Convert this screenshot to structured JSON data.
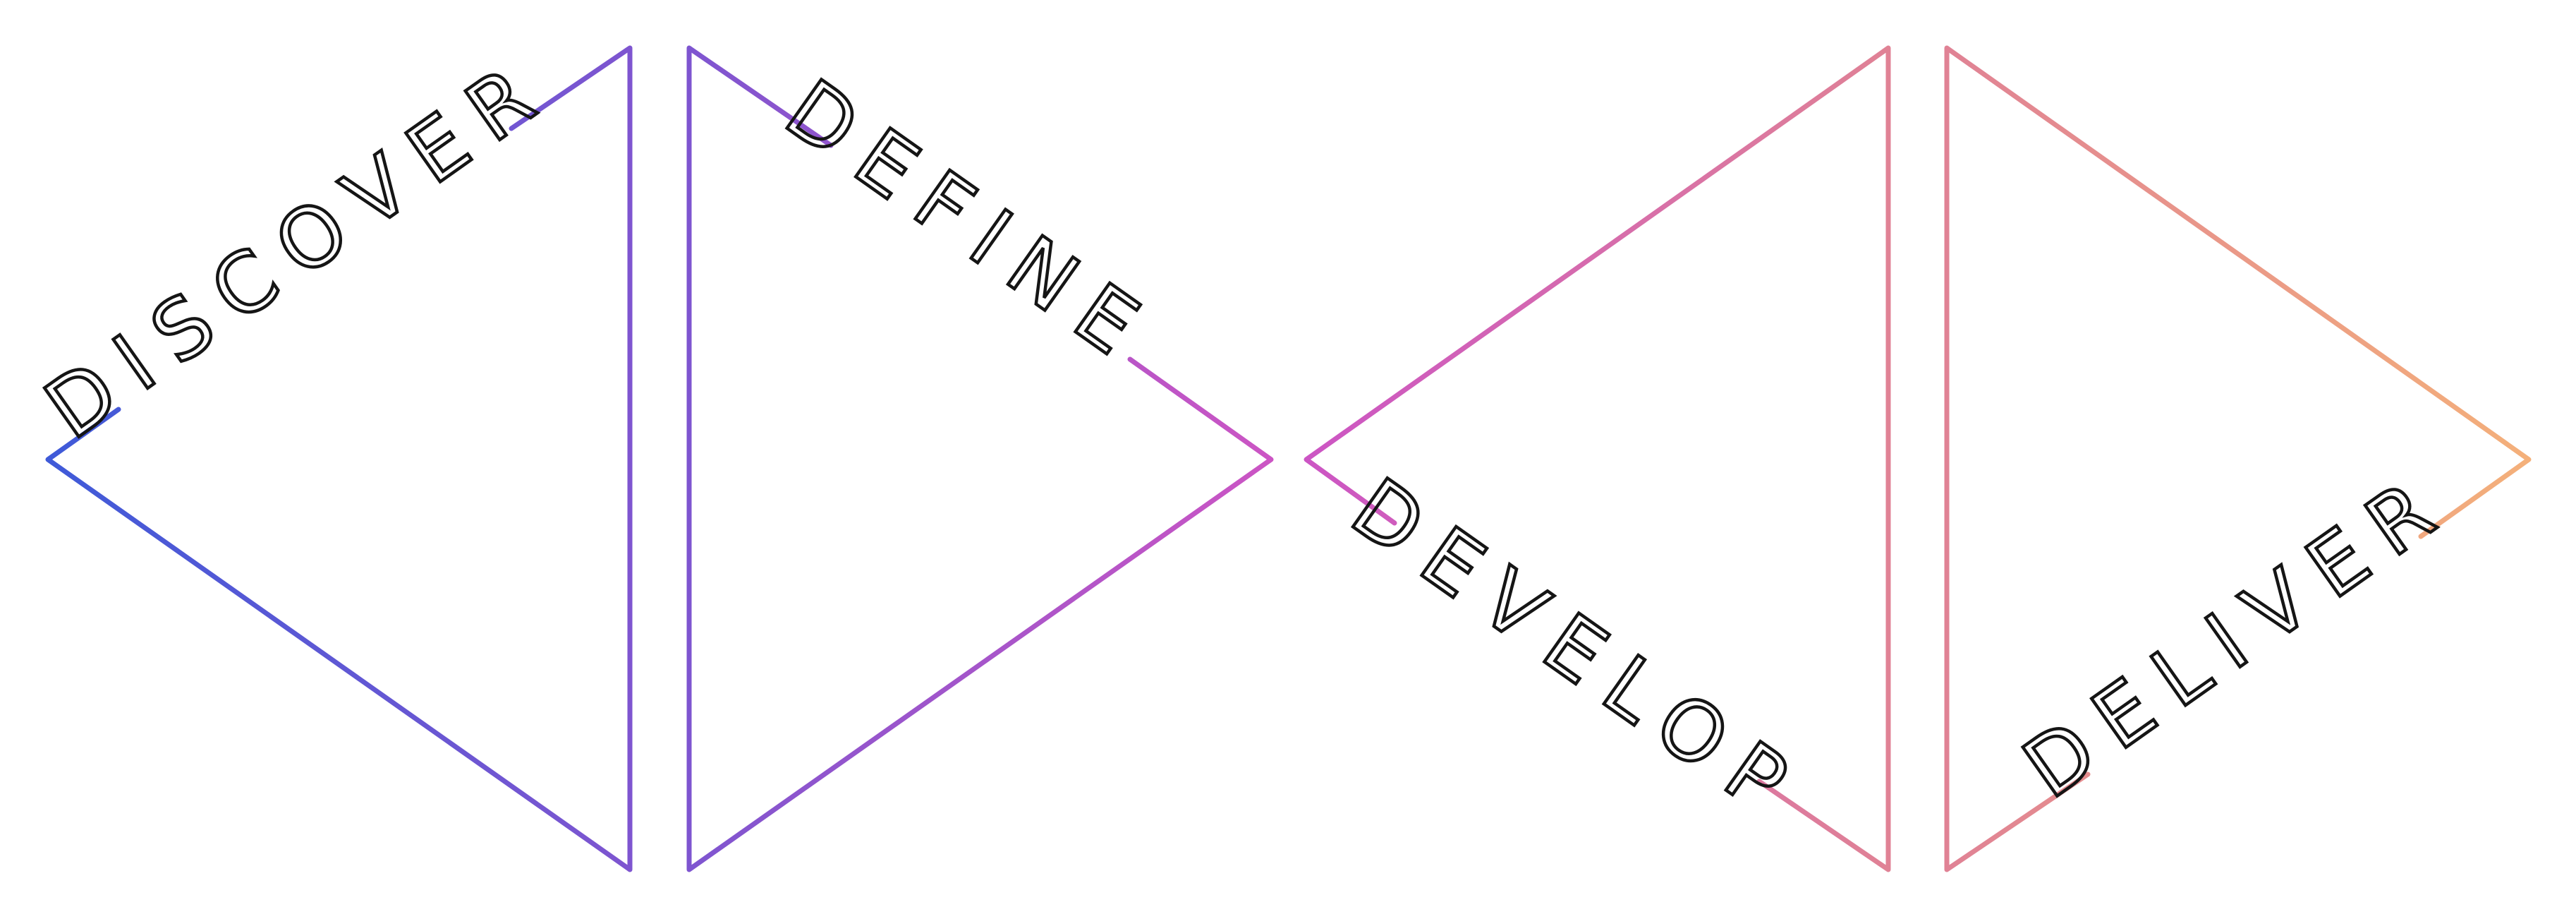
{
  "diagram": {
    "phases": [
      {
        "label": "DISCOVER",
        "color": "#4c5bd6"
      },
      {
        "label": "DEFINE",
        "color": "#8e55cf"
      },
      {
        "label": "DEVELOP",
        "color": "#c45ec6"
      },
      {
        "label": "DELIVER",
        "color": "#e58a9a"
      }
    ],
    "colors": {
      "blue": "#3f5ad8",
      "violet": "#7e55d0",
      "purple": "#a152cf",
      "magenta": "#cc55c4",
      "pink": "#e08295",
      "peach": "#f4b07a",
      "label": "#151515"
    }
  }
}
